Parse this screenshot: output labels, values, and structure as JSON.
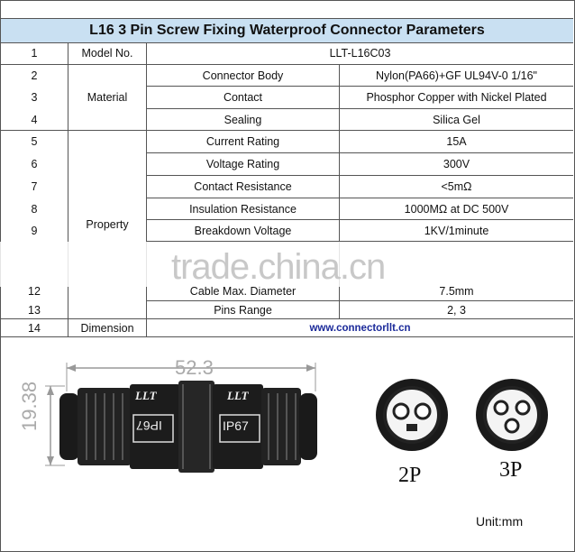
{
  "title": "L16 3 Pin Screw Fixing Waterproof Connector Parameters",
  "rows": [
    {
      "no": "1",
      "value": "LLT-L16C03"
    },
    {
      "no": "2",
      "param": "Connector Body",
      "value": "Nylon(PA66)+GF UL94V-0 1/16\""
    },
    {
      "no": "3",
      "param": "Contact",
      "value": "Phosphor Copper with Nickel Plated"
    },
    {
      "no": "4",
      "param": "Sealing",
      "value": "Silica Gel"
    },
    {
      "no": "5",
      "param": "Current Rating",
      "value": "15A"
    },
    {
      "no": "6",
      "param": "Voltage Rating",
      "value": "300V"
    },
    {
      "no": "7",
      "param": "Contact Resistance",
      "value": "<5mΩ"
    },
    {
      "no": "8",
      "param": "Insulation Resistance",
      "value": "1000MΩ at DC 500V"
    },
    {
      "no": "9",
      "param": "Breakdown Voltage",
      "value": "1KV/1minute"
    },
    {
      "no": "12",
      "param": "Cable Max. Diameter",
      "value": "7.5mm"
    },
    {
      "no": "13",
      "param": "Pins Range",
      "value": "2, 3"
    },
    {
      "no": "14",
      "value": "www.connectorllt.cn"
    }
  ],
  "group_labels": {
    "model": "Model No.",
    "material": "Material",
    "property": "Property",
    "dimension": "Dimension"
  },
  "watermark": "trade.china.cn",
  "drawing": {
    "length": "52.3",
    "height": "19.38",
    "brand": "LLT",
    "rating": "IP67",
    "pin_2_label": "2P",
    "pin_3_label": "3P",
    "unit": "Unit:mm"
  }
}
